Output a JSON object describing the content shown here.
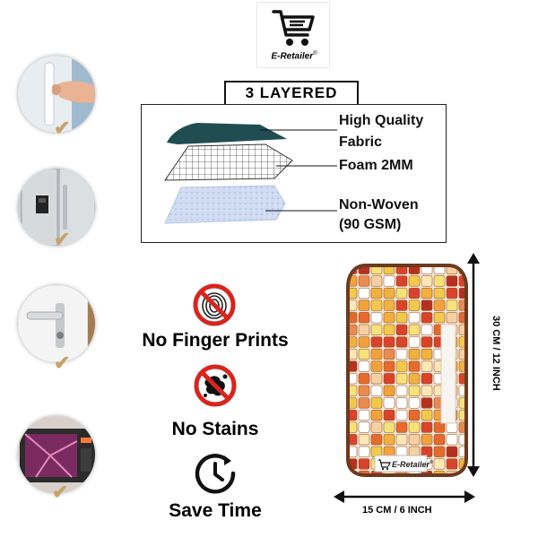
{
  "brand": {
    "name": "E-Retailer",
    "mark": "®"
  },
  "layers": {
    "title": "3 LAYERED",
    "items": [
      {
        "line1": "High Quality",
        "line2": "Fabric"
      },
      {
        "line1": "Foam 2MM",
        "line2": ""
      },
      {
        "line1": "Non-Woven",
        "line2": "(90 GSM)"
      }
    ]
  },
  "features": [
    {
      "label": "No Finger Prints",
      "icon": "no-fingerprint-icon"
    },
    {
      "label": "No Stains",
      "icon": "no-stain-icon"
    },
    {
      "label": "Save Time",
      "icon": "clock-icon"
    }
  ],
  "uses": [
    {
      "icon": "fridge-handle-icon"
    },
    {
      "icon": "fridge-door-icon"
    },
    {
      "icon": "door-handle-icon"
    },
    {
      "icon": "microwave-icon"
    }
  ],
  "product": {
    "height_label": "30 CM / 12 INCH",
    "width_label": "15 CM / 6 INCH"
  },
  "colors": {
    "fabric": "#1f4d52",
    "accent_check": "#c6a36c",
    "forbidden_red": "#d7261f",
    "cover_border": "#6b3a1f"
  }
}
